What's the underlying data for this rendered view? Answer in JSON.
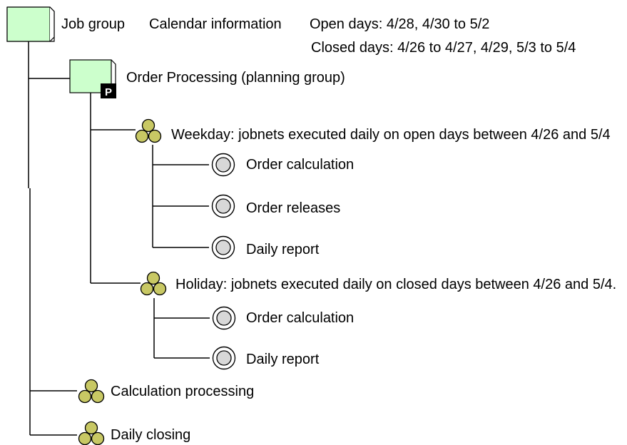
{
  "root": {
    "label": "Job group",
    "calendar_label": "Calendar information",
    "open_days": "Open days: 4/28, 4/30 to 5/2",
    "closed_days": "Closed days: 4/26 to 4/27, 4/29, 5/3 to 5/4"
  },
  "planning_group": {
    "label": "Order Processing (planning group)",
    "badge": "P"
  },
  "weekday": {
    "label": "Weekday: jobnets executed daily on open days between 4/26 and 5/4",
    "jobs": [
      "Order calculation",
      "Order releases",
      "Daily report"
    ]
  },
  "holiday": {
    "label": "Holiday: jobnets executed daily on closed days between 4/26 and 5/4.",
    "jobs": [
      "Order calculation",
      "Daily report"
    ]
  },
  "calculation": {
    "label": "Calculation processing"
  },
  "closing": {
    "label": "Daily closing"
  },
  "colors": {
    "group_fill": "#ccffcc",
    "jobnet_fill": "#c8c864",
    "job_fill": "#d8d8d8",
    "line": "#000000"
  },
  "icons": {
    "group": "folder-icon",
    "planning_badge": "planning-badge-icon",
    "jobnet": "jobnet-icon",
    "job": "job-icon"
  }
}
